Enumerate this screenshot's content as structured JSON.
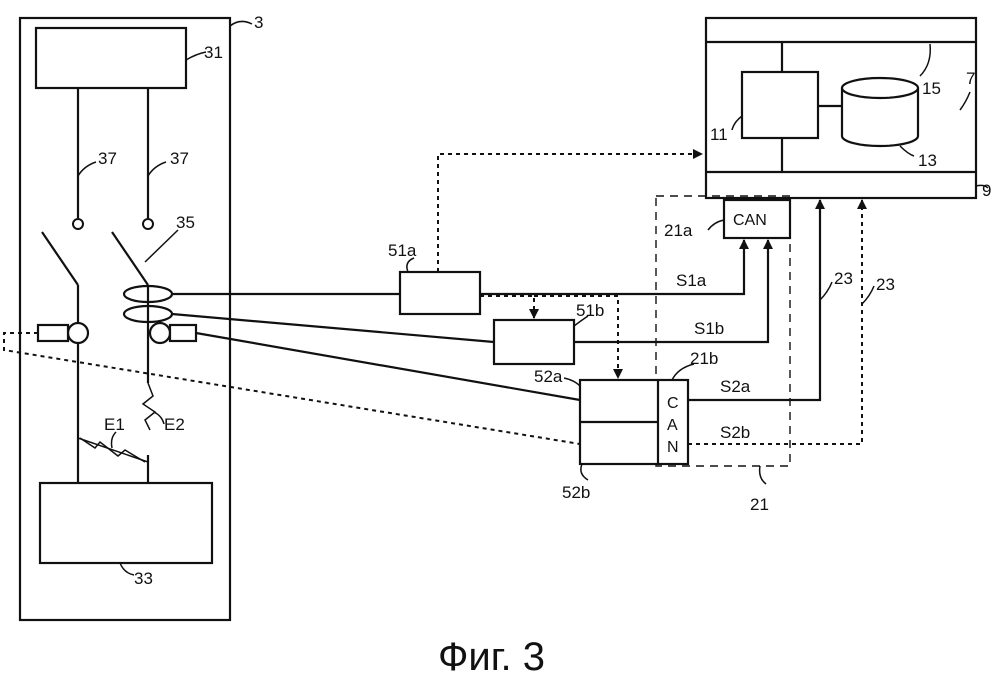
{
  "figure": {
    "caption": "Фиг. 3"
  },
  "labels": {
    "n3": "3",
    "n31": "31",
    "n37a": "37",
    "n37b": "37",
    "n35": "35",
    "e1": "E1",
    "e2": "E2",
    "n33": "33",
    "n7": "7",
    "n15": "15",
    "n11": "11",
    "n13": "13",
    "n9": "9",
    "n21a": "21a",
    "can_top": "CAN",
    "n51a": "51a",
    "n51b": "51b",
    "s1a": "S1a",
    "s1b": "S1b",
    "n23a": "23",
    "n23b": "23",
    "n21b": "21b",
    "n52a": "52a",
    "n52b": "52b",
    "s2a": "S2a",
    "s2b": "S2b",
    "n21": "21",
    "can_v1": "C",
    "can_v2": "A",
    "can_v3": "N"
  }
}
